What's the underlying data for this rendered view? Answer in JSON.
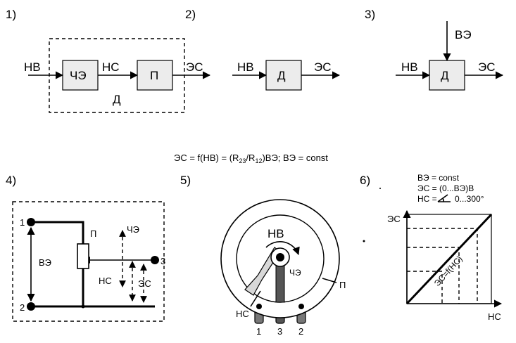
{
  "panels": {
    "p1": {
      "num": "1)",
      "input": "НВ",
      "sensor": "ЧЭ",
      "mid": "НС",
      "converter": "П",
      "output": "ЭС",
      "device": "Д"
    },
    "p2": {
      "num": "2)",
      "input": "НВ",
      "device": "Д",
      "output": "ЭС"
    },
    "p3": {
      "num": "3)",
      "input": "НВ",
      "device": "Д",
      "output": "ЭС",
      "top": "ВЭ"
    },
    "p4": {
      "num": "4)",
      "t1": "1",
      "t2": "2",
      "t3": "3",
      "pot": "П",
      "sensor": "ЧЭ",
      "ve": "ВЭ",
      "nc": "НС",
      "es": "ЭС"
    },
    "p5": {
      "num": "5)",
      "nv": "НВ",
      "sensor": "ЧЭ",
      "pot": "П",
      "nc": "НС",
      "pins": [
        "1",
        "3",
        "2"
      ]
    },
    "p6": {
      "num": "6)",
      "cond1": "ВЭ = const",
      "cond2": "ЭС = (0...ВЭ)В",
      "cond3_pre": "НС =",
      "cond3_post": "0...300°",
      "y_axis": "ЭС",
      "x_axis": "НС",
      "line_label": "ЭС=f(НС)"
    }
  },
  "formula": {
    "part1": "ЭС = f(НВ) = (R",
    "sub1": "23",
    "part2": "/R",
    "sub2": "12",
    "part3": ")ВЭ;  ВЭ = const"
  },
  "chart_data": {
    "type": "line",
    "title": "",
    "xlabel": "НС",
    "ylabel": "ЭС",
    "series": [
      {
        "name": "ЭС=f(НС)",
        "x": [
          0,
          1
        ],
        "y": [
          0,
          1
        ]
      }
    ],
    "grid": "dashed guide lines"
  }
}
